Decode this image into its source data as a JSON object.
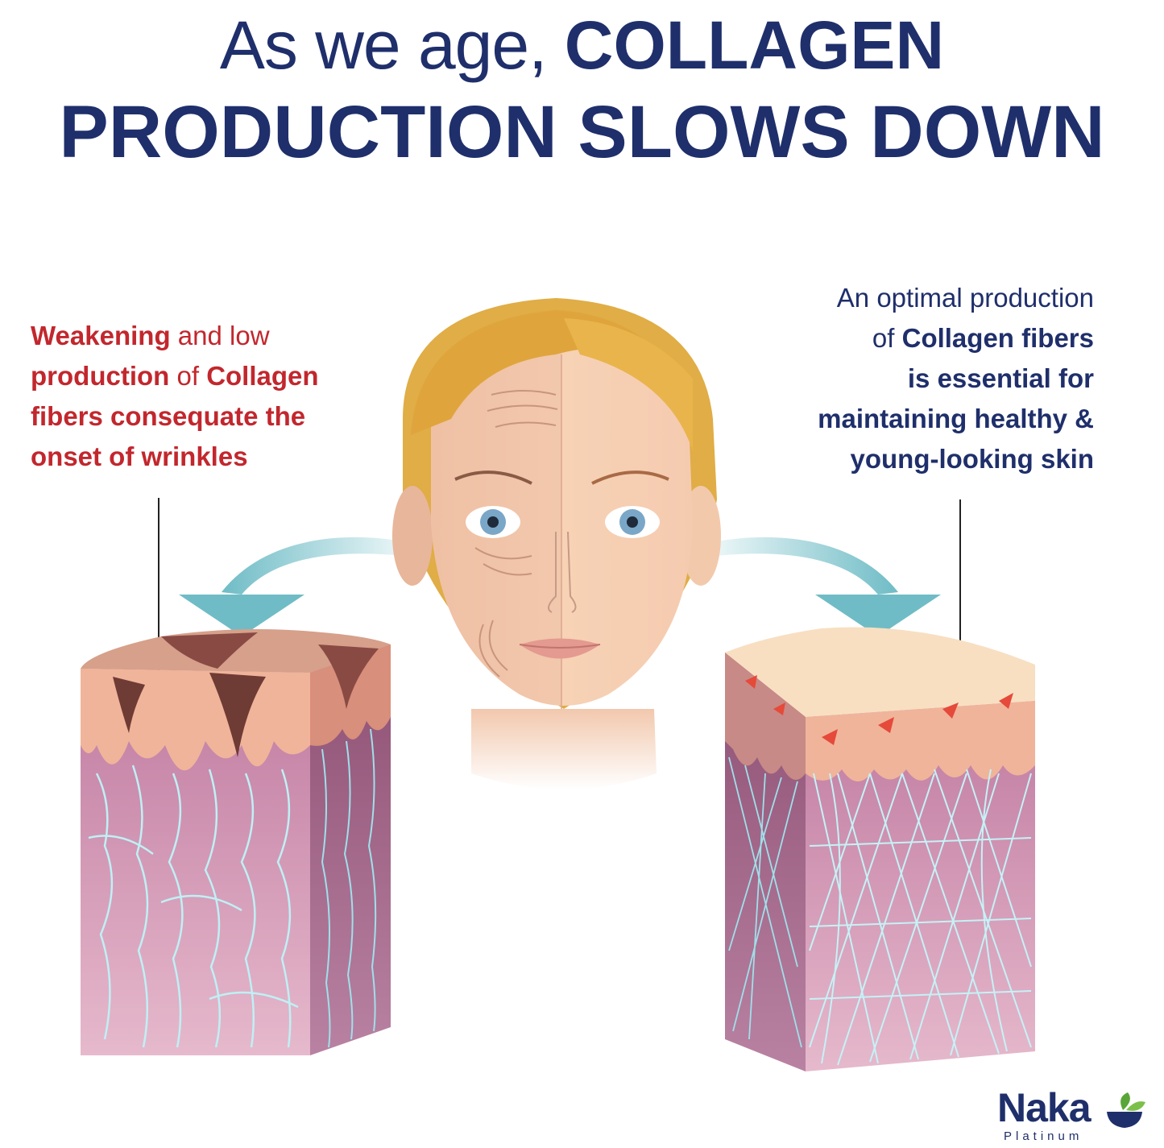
{
  "headline": {
    "line1_light": "As we age,",
    "line1_bold": "COLLAGEN",
    "line2": "PRODUCTION SLOWS DOWN"
  },
  "left_callout": {
    "w1": "Weakening",
    "w2": "and low",
    "w3": "production",
    "w4": "of",
    "w5": "Collagen",
    "w6": "fibers consequate the",
    "w7": "onset of wrinkles"
  },
  "right_callout": {
    "r1": "An optimal production",
    "r2": "of",
    "r3": "Collagen fibers",
    "r4": "is essential for",
    "r5": "maintaining healthy &",
    "r6": "young-looking skin"
  },
  "logo": {
    "name": "Naka",
    "sub": "Platinum"
  },
  "colors": {
    "navy": "#1f2f6b",
    "red": "#c2272d",
    "arrow_teal": "#7ec4cc",
    "skin_top": "#f0b49a",
    "dermis": "#c98aa8",
    "fiber": "#bfeff5"
  }
}
